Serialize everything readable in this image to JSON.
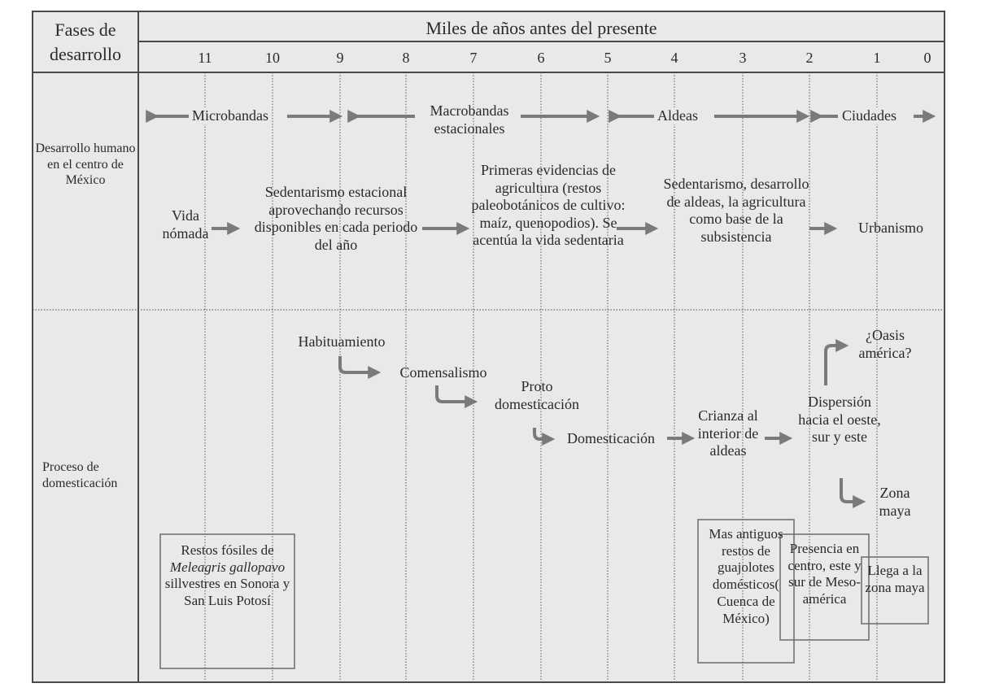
{
  "header": {
    "corner_label": "Fases de desarrollo",
    "timeline_title": "Miles de años antes del presente",
    "ticks": [
      "11",
      "10",
      "9",
      "8",
      "7",
      "6",
      "5",
      "4",
      "3",
      "2",
      "1",
      "0"
    ]
  },
  "rows": {
    "human": {
      "label": "Desarrollo humano en el centro de México",
      "phases": [
        "Microbandas",
        "Macrobandas estacionales",
        "Aldeas",
        "Ciudades"
      ],
      "stages": [
        "Vida nómada",
        "Sedentarismo estacional aprovechando recursos disponibles en cada periodo del año",
        "Primeras evidencias de agricultura (restos paleobotánicos de cultivo: maíz, quenopodios). Se acentúa la vida sedentaria",
        "Sedentarismo, desarrollo de aldeas, la agricultura como base de la subsistencia",
        "Urbanismo"
      ]
    },
    "domestication": {
      "label": "Proceso de domesticación",
      "steps": [
        "Habituamiento",
        "Comensalismo",
        "Proto domesticación",
        "Domesticación",
        "Crianza al interior de aldeas",
        "Dispersión hacia el oeste, sur y este",
        "¿Oasis américa?",
        "Zona maya"
      ],
      "boxes": {
        "fossils_pre": "Restos fósiles de",
        "fossils_species": "Meleagris gallopavo",
        "fossils_post": "sillvestres en Sonora y San Luis Potosí",
        "oldest": "Mas antiguos restos de guajolotes domésticos( Cuenca de México)",
        "presence": "Presencia en centro, este y sur de Meso-américa",
        "maya": "Llega a la zona maya"
      }
    }
  },
  "colors": {
    "background": "#e9e9e9",
    "border": "#4a4a4a",
    "arrow": "#7a7a7a",
    "text": "#2a2a2a"
  }
}
